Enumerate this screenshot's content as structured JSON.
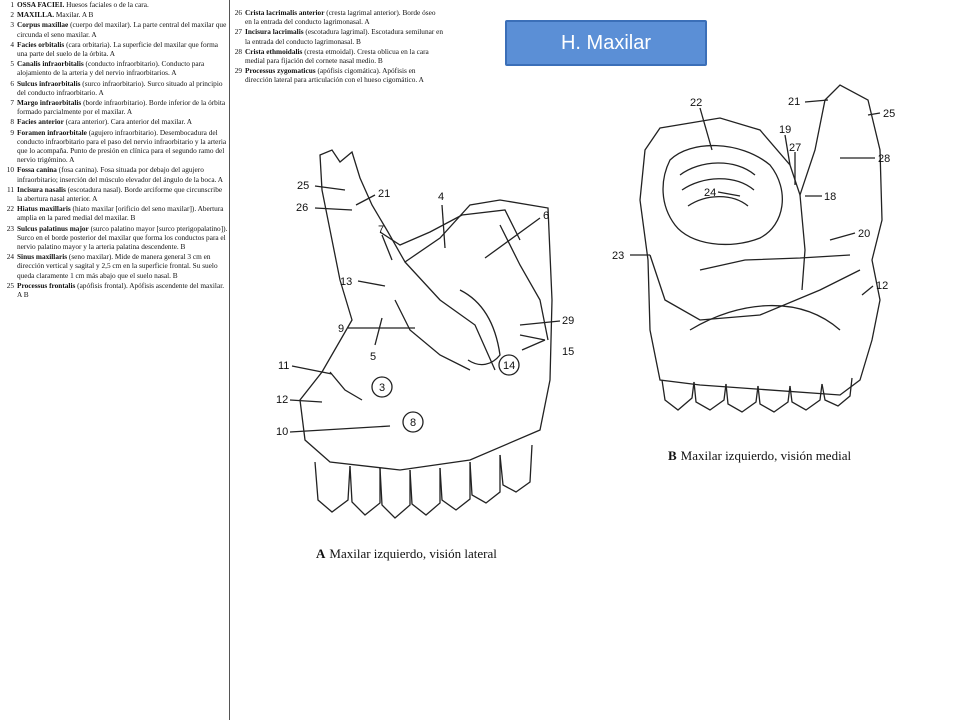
{
  "title": "H. Maxilar",
  "glossary_left": [
    {
      "num": "1",
      "term": "OSSA FACIEI.",
      "desc": "Huesos faciales o de la cara."
    },
    {
      "num": "2",
      "term": "MAXILLA.",
      "desc": "Maxilar. A B"
    },
    {
      "num": "3",
      "term": "Corpus maxillae",
      "desc": "(cuerpo del maxilar). La parte central del maxilar que circunda el seno maxilar. A"
    },
    {
      "num": "4",
      "term": "Facies orbitalis",
      "desc": "(cara orbitaria). La superficie del maxilar que forma una parte del suelo de la órbita. A"
    },
    {
      "num": "5",
      "term": "Canalis infraorbitalis",
      "desc": "(conducto infraorbitario). Conducto para alojamiento de la arteria y del nervio infraorbitarios. A"
    },
    {
      "num": "6",
      "term": "Sulcus infraorbitalis",
      "desc": "(surco infraorbitario). Surco situado al principio del conducto infraorbitario. A"
    },
    {
      "num": "7",
      "term": "Margo infraorbitalis",
      "desc": "(borde infraorbitario). Borde inferior de la órbita formado parcialmente por el maxilar. A"
    },
    {
      "num": "8",
      "term": "Facies anterior",
      "desc": "(cara anterior). Cara anterior del maxilar. A"
    },
    {
      "num": "9",
      "term": "Foramen infraorbitale",
      "desc": "(agujero infraorbitario). Desembocadura del conducto infraorbitario para el paso del nervio infraorbitario y la arteria que lo acompaña. Punto de presión en clínica para el segundo ramo del nervio trigémino. A"
    },
    {
      "num": "10",
      "term": "Fossa canina",
      "desc": "(fosa canina). Fosa situada por debajo del agujero infraorbitario; inserción del músculo elevador del ángulo de la boca. A"
    },
    {
      "num": "11",
      "term": "Incisura nasalis",
      "desc": "(escotadura nasal). Borde arciforme que circunscribe la abertura nasal anterior. A"
    },
    {
      "num": "22",
      "term": "Hiatus maxillaris",
      "desc": "(hiato maxilar [orificio del seno maxilar]). Abertura amplia en la pared medial del maxilar. B"
    },
    {
      "num": "23",
      "term": "Sulcus palatinus major",
      "desc": "(surco palatino mayor [surco pterigopalatino]). Surco en el borde posterior del maxilar que forma los conductos para el nervio palatino mayor y la arteria palatina descendente. B"
    },
    {
      "num": "24",
      "term": "Sinus maxillaris",
      "desc": "(seno maxilar). Mide de manera general 3 cm en dirección vertical y sagital y 2,5 cm en la superficie frontal. Su suelo queda claramente 1 cm más abajo que el suelo nasal. B"
    },
    {
      "num": "25",
      "term": "Processus frontalis",
      "desc": "(apófisis frontal). Apófisis ascendente del maxilar. A B"
    }
  ],
  "glossary_right": [
    {
      "num": "26",
      "term": "Crista lacrimalis anterior",
      "desc": "(cresta lagrimal anterior). Borde óseo en la entrada del conducto lagrimonasal. A"
    },
    {
      "num": "27",
      "term": "Incisura lacrimalis",
      "desc": "(escotadura lagrimal). Escotadura semilunar en la entrada del conducto lagrimonasal. B"
    },
    {
      "num": "28",
      "term": "Crista ethmoidalis",
      "desc": "(cresta etmoidal). Cresta oblicua en la cara medial para fijación del cornete nasal medio. B"
    },
    {
      "num": "29",
      "term": "Processus zygomaticus",
      "desc": "(apófisis cigomática). Apófisis en dirección lateral para articulación con el hueso cigomático. A"
    }
  ],
  "figure_a": {
    "caption_letter": "A",
    "caption_text": "Maxilar izquierdo, visión lateral",
    "labels": {
      "l25": "25",
      "l21": "21",
      "l26": "26",
      "l4": "4",
      "l7": "7",
      "l6": "6",
      "l13": "13",
      "l9": "9",
      "l29": "29",
      "l15": "15",
      "l14": "14",
      "l5": "5",
      "l11": "11",
      "l3": "3",
      "l12": "12",
      "l10": "10",
      "l8": "8"
    }
  },
  "figure_b": {
    "caption_letter": "B",
    "caption_text": "Maxilar izquierdo, visión medial",
    "labels": {
      "l22": "22",
      "l21": "21",
      "l25": "25",
      "l19": "19",
      "l27": "27",
      "l28": "28",
      "l24": "24",
      "l18": "18",
      "l20": "20",
      "l23": "23",
      "l12": "12"
    }
  }
}
